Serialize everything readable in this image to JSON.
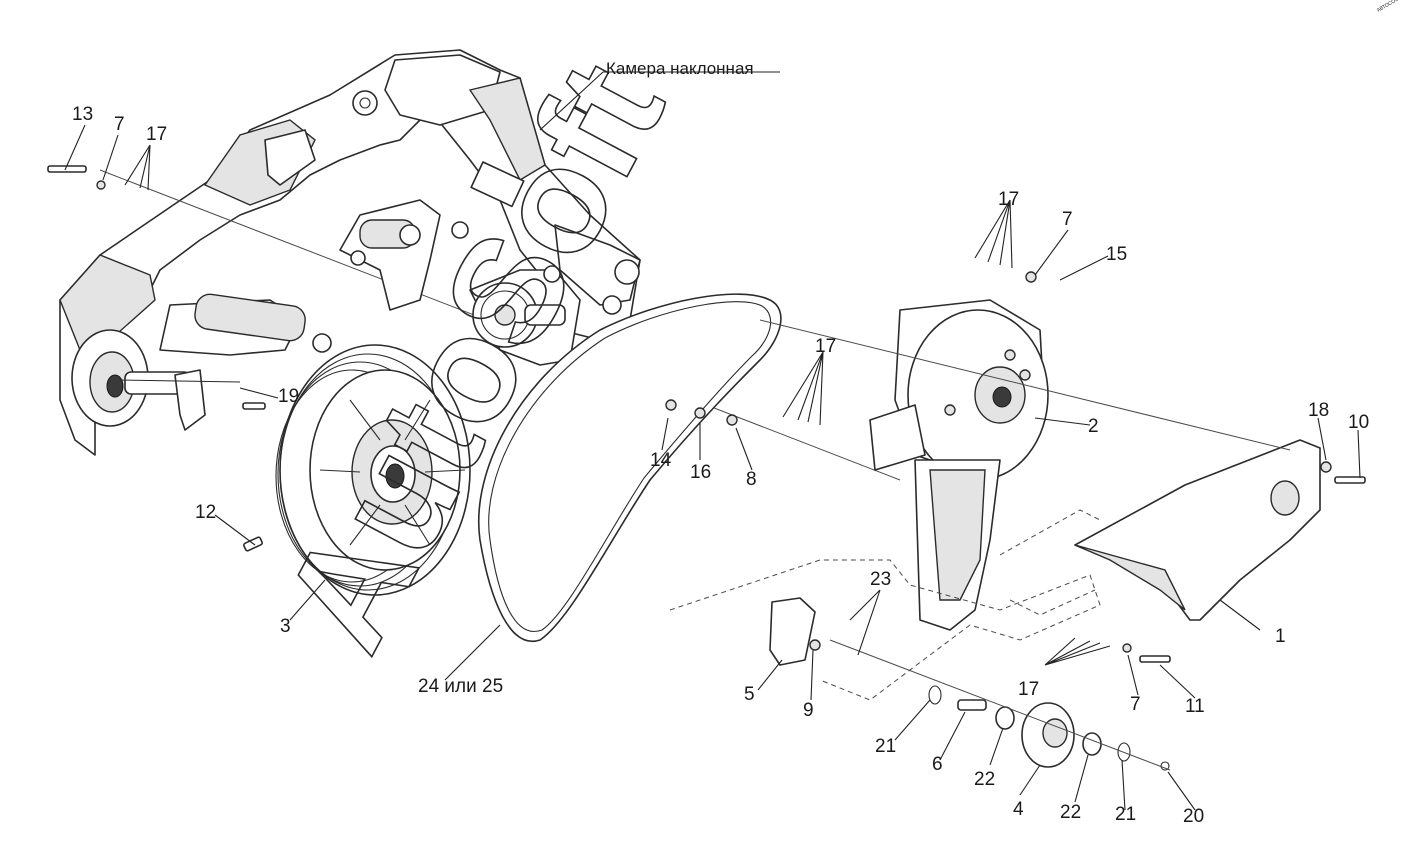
{
  "diagram": {
    "title": "Камера наклонная",
    "watermark": "AutoSoft",
    "corner_mark": "АВТОСОФТ",
    "callouts": [
      "13",
      "7",
      "17",
      "17",
      "7",
      "15",
      "17",
      "19",
      "14",
      "16",
      "8",
      "2",
      "18",
      "10",
      "12",
      "3",
      "24 или 25",
      "23",
      "1",
      "5",
      "9",
      "17",
      "7",
      "11",
      "21",
      "6",
      "22",
      "4",
      "22",
      "21",
      "20"
    ]
  },
  "colors": {
    "line": "#2b2b2b",
    "fill_light": "#e4e4e4",
    "background": "#ffffff"
  }
}
